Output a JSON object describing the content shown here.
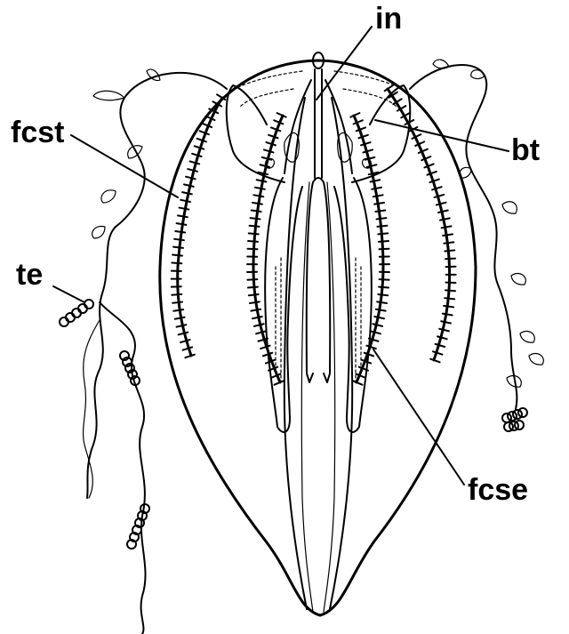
{
  "figure": {
    "labels": {
      "in": "in",
      "bt": "bt",
      "fcst": "fcst",
      "te": "te",
      "fcse": "fcse"
    }
  }
}
